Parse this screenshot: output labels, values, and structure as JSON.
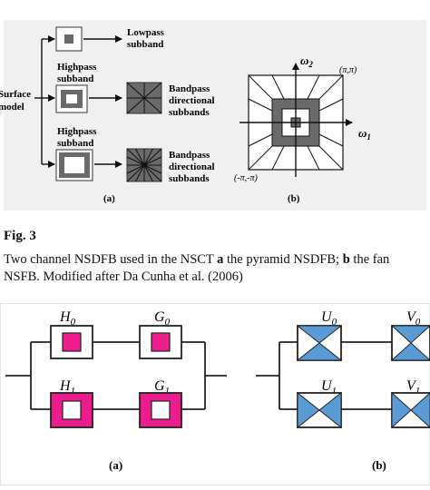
{
  "top": {
    "a": {
      "input_label_line1": "Surface",
      "input_label_line2": "model",
      "lowpass_label_line1": "Lowpass",
      "lowpass_label_line2": "subband",
      "highpass1_line1": "Highpass",
      "highpass1_line2": "subband",
      "highpass2_line1": "Highpass",
      "highpass2_line2": "subband",
      "bandpass1_line1": "Bandpass",
      "bandpass1_line2": "directional",
      "bandpass1_line3": "subbands",
      "bandpass2_line1": "Bandpass",
      "bandpass2_line2": "directional",
      "bandpass2_line3": "subbands",
      "panel_label": "(a)"
    },
    "b": {
      "omega2": "ω",
      "omega2_sub": "2",
      "omega1": "ω",
      "omega1_sub": "1",
      "corner_tr": "(π,π)",
      "corner_bl": "(-π,-π)",
      "panel_label": "(b)"
    }
  },
  "caption": {
    "fig_label": "Fig. 3",
    "text_1": "Two channel NSDFB used in the NSCT ",
    "bold_a": "a",
    "text_2": " the pyramid NSDFB; ",
    "bold_b": "b",
    "text_3": " the fan NSFB. Modified after Da Cunha et al. (2006)"
  },
  "bottom": {
    "a": {
      "h0": "H",
      "h0_sub": "0",
      "g0": "G",
      "g0_sub": "0",
      "h1": "H",
      "h1_sub": "1",
      "g1": "G",
      "g1_sub": "1",
      "panel_label": "(a)"
    },
    "b": {
      "u0": "U",
      "u0_sub": "0",
      "v0": "V",
      "v0_sub": "0",
      "u1": "U",
      "u1_sub": "1",
      "v1": "V",
      "v1_sub": "1",
      "panel_label": "(b)"
    }
  },
  "colors": {
    "magenta": "#ec1c8c",
    "blue": "#5b9bd5",
    "panel_gray": "#f0f0f0",
    "dark_gray": "#6a6a6a"
  }
}
